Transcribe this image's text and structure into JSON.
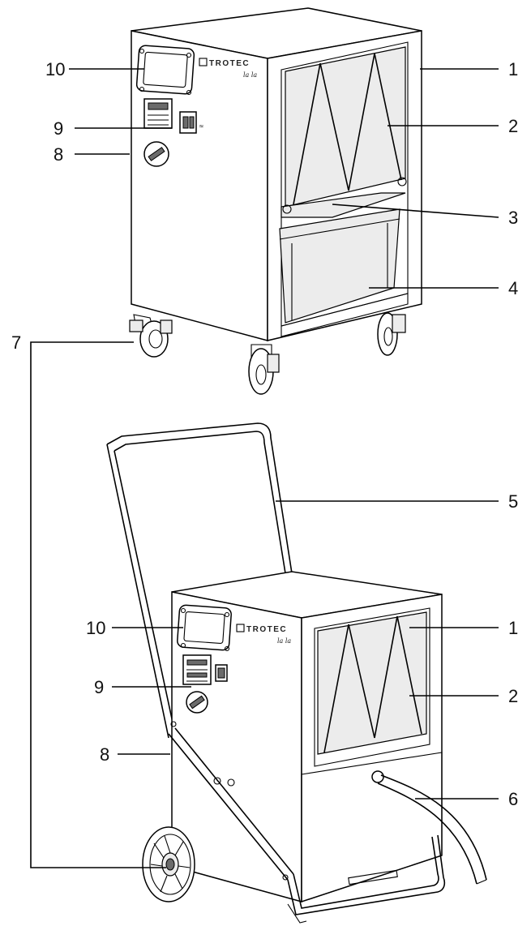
{
  "brand": {
    "name": "TROTEC",
    "signature": "la la"
  },
  "top_unit": {
    "callouts": {
      "c1": "1",
      "c2": "2",
      "c3": "3",
      "c4": "4",
      "c7": "7",
      "c8": "8",
      "c9": "9",
      "c10": "10"
    }
  },
  "bottom_unit": {
    "callouts": {
      "c1": "1",
      "c2": "2",
      "c5": "5",
      "c6": "6",
      "c8": "8",
      "c9": "9",
      "c10": "10"
    }
  }
}
